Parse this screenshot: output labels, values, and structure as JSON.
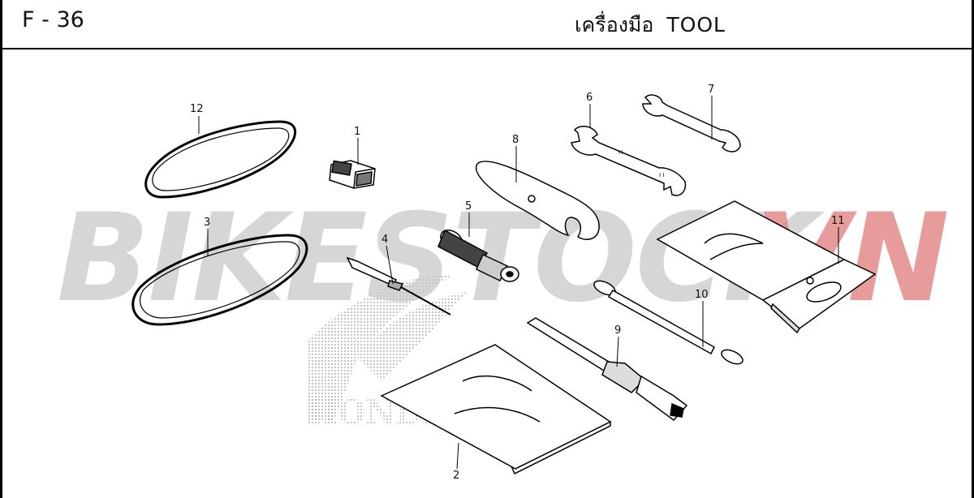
{
  "header": {
    "page_code": "F - 36",
    "title_thai": "เครื่องมือ",
    "title_en": "TOOL"
  },
  "watermark": {
    "text_main": "BIKESTOCK",
    "text_accent": "VN",
    "color_main": "#c9c9c9",
    "color_accent": "#e48a8a"
  },
  "brand_mark": "HONDA",
  "callouts": [
    "1",
    "2",
    "3",
    "4",
    "5",
    "6",
    "7",
    "8",
    "9",
    "10",
    "11",
    "12"
  ]
}
